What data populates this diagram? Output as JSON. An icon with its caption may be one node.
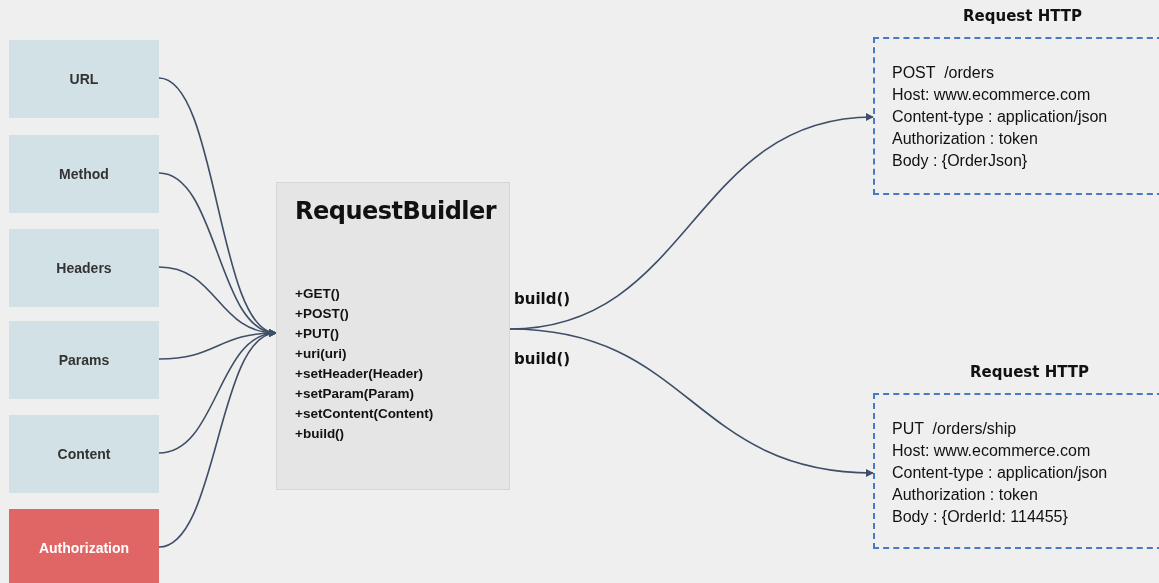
{
  "diagram": {
    "nodes": [
      {
        "text": [
          "URL"
        ]
      },
      {
        "text": [
          "Method"
        ]
      },
      {
        "text": [
          "Headers"
        ]
      },
      {
        "text": [
          "Params"
        ]
      },
      {
        "text": [
          "Content"
        ]
      },
      {
        "text": [
          "Authorization"
        ]
      },
      {
        "text": [
          "RequestBuidler",
          "+GET()",
          "+POST()",
          "+PUT()",
          "+uri(uri)",
          "+setHeader(Header)",
          "+setParam(Param)",
          "+setContent(Content)",
          "+build()"
        ]
      },
      {
        "text": [
          "Request HTTP",
          "POST  /orders",
          "Host: www.ecommerce.com",
          "Content-type : application/json",
          "Authorization : token",
          "Body : {OrderJson}"
        ]
      },
      {
        "text": [
          "Request HTTP",
          "PUT  /orders/ship",
          "Host: www.ecommerce.com",
          "Content-type : application/json",
          "Authorization : token",
          "Body : {OrderId: 114455}"
        ]
      }
    ],
    "edges": [
      {
        "from": 0,
        "to": 6,
        "arrow": "to"
      },
      {
        "from": 1,
        "to": 6,
        "arrow": "to"
      },
      {
        "from": 2,
        "to": 6,
        "arrow": "to"
      },
      {
        "from": 3,
        "to": 6,
        "arrow": "to"
      },
      {
        "from": 4,
        "to": 6,
        "arrow": "to"
      },
      {
        "from": 5,
        "to": 6,
        "arrow": "to"
      },
      {
        "from": 6,
        "to": 7,
        "arrow": "to",
        "label": "build()"
      },
      {
        "from": 6,
        "to": 8,
        "arrow": "to",
        "label": "build()"
      }
    ]
  }
}
